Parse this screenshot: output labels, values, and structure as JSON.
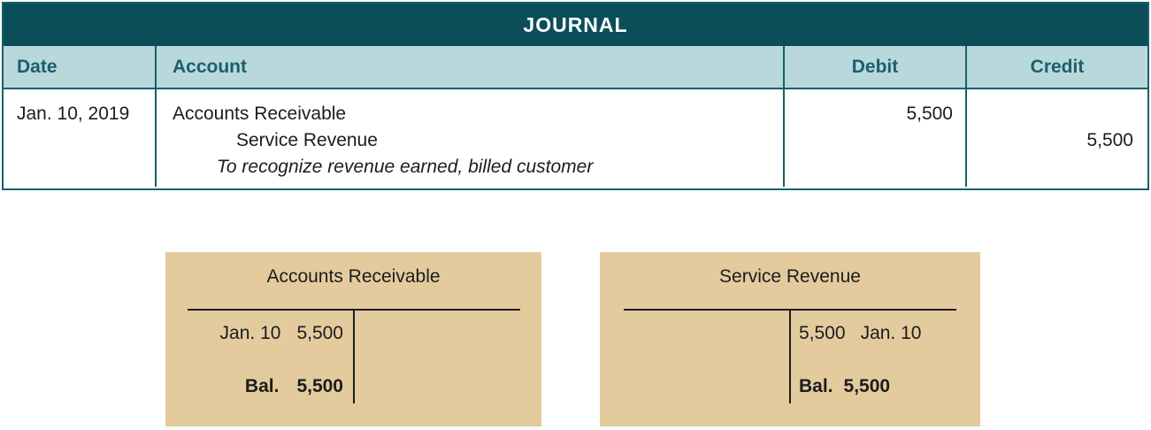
{
  "journal": {
    "title": "JOURNAL",
    "columns": {
      "date": "Date",
      "account": "Account",
      "debit": "Debit",
      "credit": "Credit"
    },
    "entries": [
      {
        "date": "Jan. 10, 2019",
        "lines": [
          {
            "account": "Accounts Receivable",
            "debit": "5,500",
            "credit": ""
          },
          {
            "account": "Service Revenue",
            "debit": "",
            "credit": "5,500"
          },
          {
            "account": "To recognize revenue earned, billed customer",
            "debit": "",
            "credit": "",
            "note": true
          }
        ]
      }
    ]
  },
  "t_accounts": [
    {
      "title": "Accounts Receivable",
      "debit_entries": [
        {
          "label": "Jan. 10",
          "amount": "5,500"
        }
      ],
      "credit_entries": [],
      "balance": {
        "label": "Bal.",
        "amount": "5,500",
        "side": "debit"
      }
    },
    {
      "title": "Service Revenue",
      "debit_entries": [],
      "credit_entries": [
        {
          "amount": "5,500",
          "label": "Jan. 10"
        }
      ],
      "balance": {
        "label": "Bal.",
        "amount": "5,500",
        "side": "credit"
      }
    }
  ],
  "colors": {
    "journal_title_bg": "#0b4e57",
    "journal_title_text": "#ffffff",
    "column_header_bg": "#b9d8dc",
    "column_header_text": "#1b5f6b",
    "table_border": "#14606b",
    "t_account_bg": "#e3cb9e",
    "body_text": "#1c1c1c"
  }
}
